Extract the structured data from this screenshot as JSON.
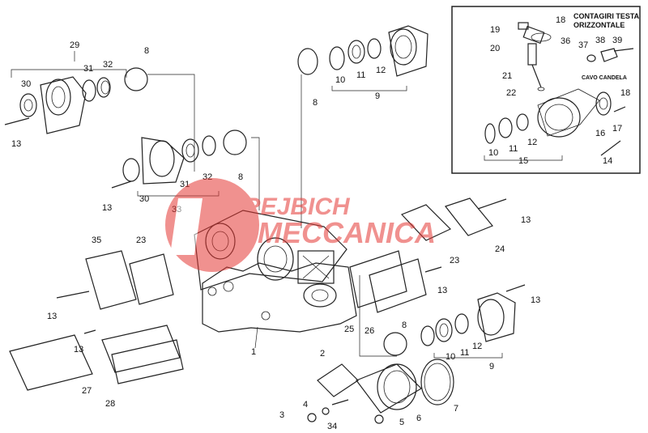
{
  "inset": {
    "title_line1": "CONTAGIRI TESTA",
    "title_line2": "ORIZZONTALE",
    "cable_label": "CAVO CANDELA"
  },
  "watermark": {
    "line1": "REJBICH",
    "line2": "MECCANICA",
    "color": "#e53935"
  },
  "callouts": {
    "c1": "1",
    "c2": "2",
    "c3": "3",
    "c4": "4",
    "c5": "5",
    "c6": "6",
    "c7": "7",
    "c8a": "8",
    "c8b": "8",
    "c8c": "8",
    "c8d": "8",
    "c9a": "9",
    "c9b": "9",
    "c10a": "10",
    "c10b": "10",
    "c10c": "10",
    "c11a": "11",
    "c11b": "11",
    "c11c": "11",
    "c12a": "12",
    "c12b": "12",
    "c12c": "12",
    "c13a": "13",
    "c13b": "13",
    "c13c": "13",
    "c13d": "13",
    "c13e": "13",
    "c13f": "13",
    "c13g": "13",
    "c14": "14",
    "c15": "15",
    "c16": "16",
    "c17": "17",
    "c18a": "18",
    "c18b": "18",
    "c19": "19",
    "c20": "20",
    "c21": "21",
    "c22": "22",
    "c23a": "23",
    "c23b": "23",
    "c24": "24",
    "c25": "25",
    "c26": "26",
    "c27": "27",
    "c28": "28",
    "c29": "29",
    "c30a": "30",
    "c30b": "30",
    "c31a": "31",
    "c31b": "31",
    "c32a": "32",
    "c32b": "32",
    "c33": "33",
    "c34": "34",
    "c35": "35",
    "c36": "36",
    "c37": "37",
    "c38": "38",
    "c39": "39"
  }
}
